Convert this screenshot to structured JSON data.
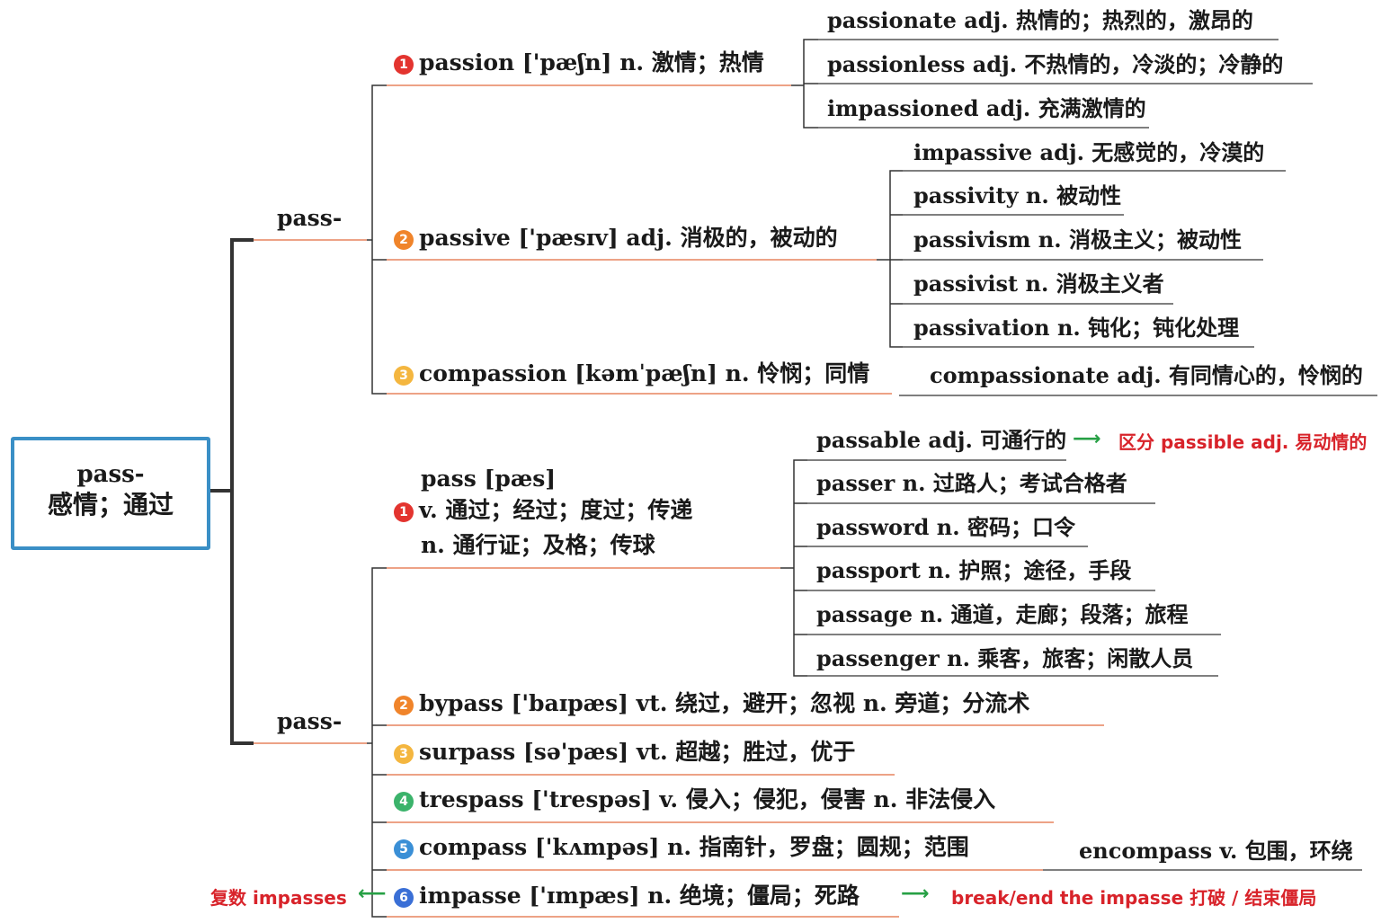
{
  "root": {
    "line1": "pass-",
    "line2": "感情；通过"
  },
  "branches": [
    "pass-",
    "pass-"
  ],
  "badge_colors": {
    "1": "#e3342f",
    "2": "#f0842a",
    "3": "#f4b63f",
    "4": "#3bb36b",
    "5": "#3a8fd6",
    "6": "#3a6fd6"
  },
  "group1": {
    "passion": {
      "num": "1",
      "text": "passion ['pæʃn] n. 激情；热情",
      "children": [
        "passionate adj. 热情的；热烈的，激昂的",
        "passionless adj. 不热情的，冷淡的；冷静的",
        "impassioned adj. 充满激情的"
      ]
    },
    "passive": {
      "num": "2",
      "text": "passive ['pæsɪv] adj. 消极的，被动的",
      "children": [
        "impassive adj. 无感觉的，冷漠的",
        "passivity n. 被动性",
        "passivism n. 消极主义；被动性",
        "passivist n. 消极主义者",
        "passivation n. 钝化；钝化处理"
      ]
    },
    "compassion": {
      "num": "3",
      "text": "compassion [kəmˈpæʃn] n. 怜悯；同情",
      "child": "compassionate adj. 有同情心的，怜悯的"
    }
  },
  "group2": {
    "pass": {
      "num": "1",
      "lines": [
        "pass [pæs]",
        "v. 通过；经过；度过；传递",
        "n. 通行证；及格；传球"
      ],
      "children": [
        "passable adj. 可通行的",
        "passer n. 过路人；考试合格者",
        "password n. 密码；口令",
        "passport n. 护照；途径，手段",
        "passage n. 通道，走廊；段落；旅程",
        "passenger n. 乘客，旅客；闲散人员"
      ],
      "note": "区分 passible adj. 易动情的"
    },
    "bypass": {
      "num": "2",
      "text": "bypass ['baɪpæs] vt. 绕过，避开；忽视 n. 旁道；分流术"
    },
    "surpass": {
      "num": "3",
      "text": "surpass [sə'pæs] vt. 超越；胜过，优于"
    },
    "trespass": {
      "num": "4",
      "text": "trespass ['trespəs] v. 侵入；侵犯，侵害 n. 非法侵入"
    },
    "compass": {
      "num": "5",
      "text": "compass ['kʌmpəs] n. 指南针，罗盘；圆规；范围",
      "child": "encompass v. 包围，环绕"
    },
    "impasse": {
      "num": "6",
      "text": "impasse ['ɪmpæs] n. 绝境；僵局；死路",
      "left_note": "复数 impasses",
      "right_note": "break/end the impasse 打破 / 结束僵局"
    }
  }
}
